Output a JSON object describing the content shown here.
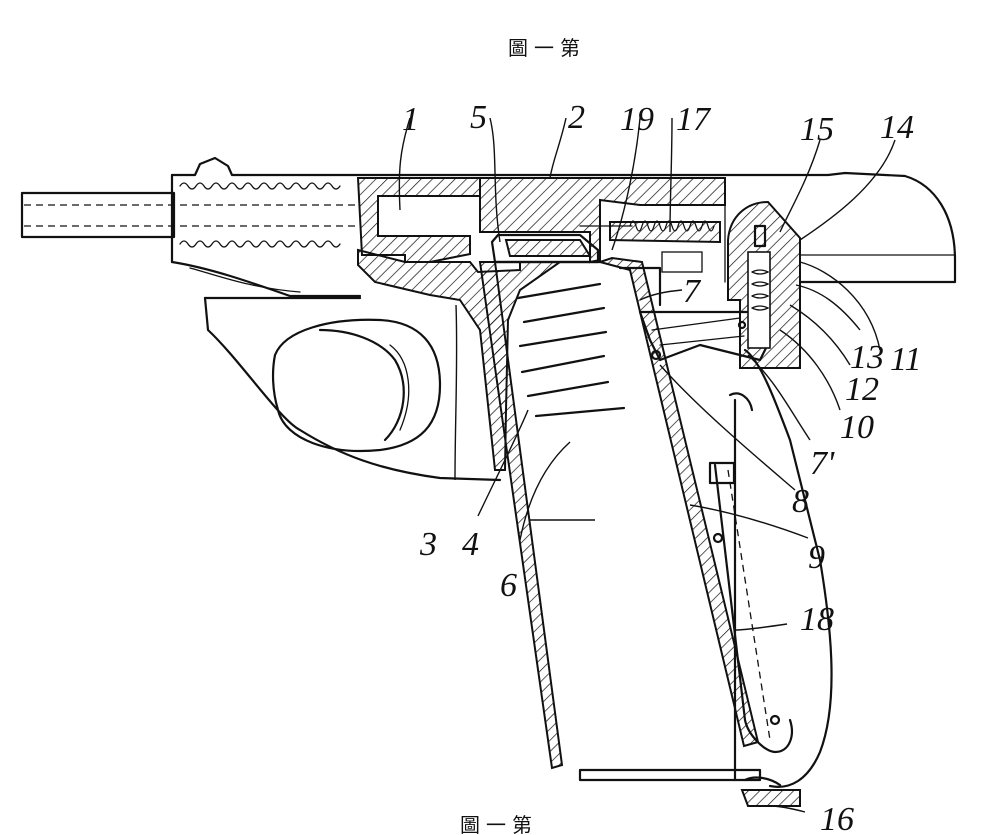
{
  "figure": {
    "caption_top": "圖一第",
    "caption_bottom": "圖一第"
  },
  "labels": [
    {
      "id": "l1",
      "text": "1"
    },
    {
      "id": "l2",
      "text": "2"
    },
    {
      "id": "l3",
      "text": "3"
    },
    {
      "id": "l4",
      "text": "4"
    },
    {
      "id": "l5",
      "text": "5"
    },
    {
      "id": "l6",
      "text": "6"
    },
    {
      "id": "l7",
      "text": "7"
    },
    {
      "id": "l7p",
      "text": "7'"
    },
    {
      "id": "l8",
      "text": "8"
    },
    {
      "id": "l9",
      "text": "9"
    },
    {
      "id": "l10",
      "text": "10"
    },
    {
      "id": "l11",
      "text": "11"
    },
    {
      "id": "l12",
      "text": "12"
    },
    {
      "id": "l13",
      "text": "13"
    },
    {
      "id": "l14",
      "text": "14"
    },
    {
      "id": "l15",
      "text": "15"
    },
    {
      "id": "l16",
      "text": "16"
    },
    {
      "id": "l17",
      "text": "17"
    },
    {
      "id": "l18",
      "text": "18"
    },
    {
      "id": "l19",
      "text": "19"
    }
  ]
}
